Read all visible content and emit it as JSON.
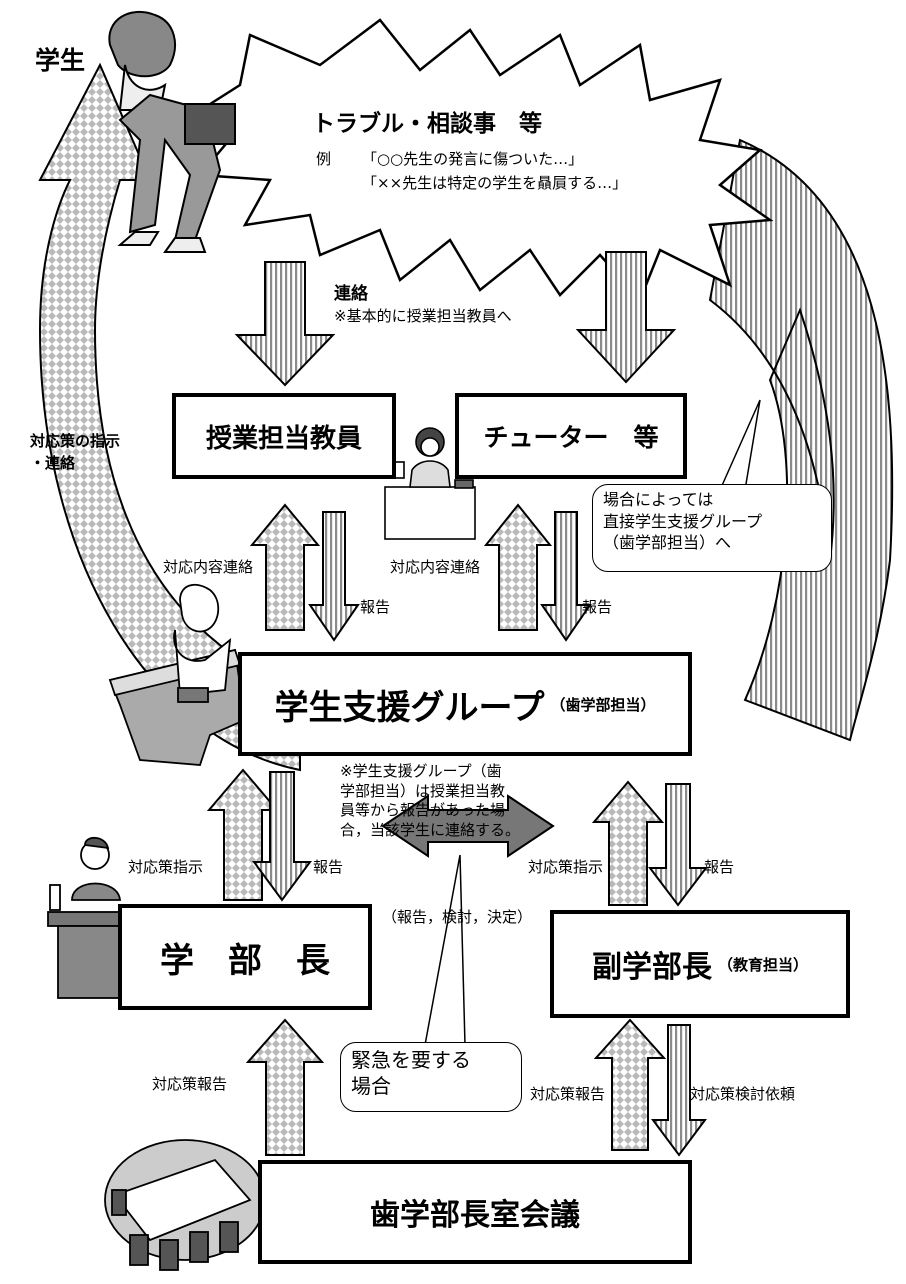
{
  "student_label": "学生",
  "burst": {
    "title": "トラブル・相談事　等",
    "example_prefix": "例",
    "example_1": "「○○先生の発言に傷ついた…」",
    "example_2": "「××先生は特定の学生を贔屓する…」"
  },
  "contact": {
    "title": "連絡",
    "note": "※基本的に授業担当教員へ"
  },
  "left_instruction": [
    "対応策の指示",
    "・連絡"
  ],
  "boxes": {
    "teacher": "授業担当教員",
    "tutor": "チューター　等",
    "support_group": "学生支援グループ",
    "support_group_sub": "（歯学部担当）",
    "dean": "学　部　長",
    "vice_dean": "副学部長",
    "vice_dean_sub": "（教育担当）",
    "council": "歯学部長室会議"
  },
  "callouts": {
    "direct": [
      "場合によっては",
      "直接学生支援グループ",
      "（歯学部担当）へ"
    ],
    "urgent": [
      "緊急を要する",
      "場合"
    ]
  },
  "labels": {
    "response_contact_1": "対応内容連絡",
    "report_1": "報告",
    "response_contact_2": "対応内容連絡",
    "report_2": "報告",
    "support_note": [
      "※学生支援グループ（歯",
      "学部担当）は授業担当教",
      "員等から報告があった場",
      "合，当該学生に連絡する。"
    ],
    "instruction_1": "対応策指示",
    "report_3": "報告",
    "instruction_2": "対応策指示",
    "report_4": "報告",
    "deliberation": "（報告，検討，決定）",
    "plan_report_1": "対応策報告",
    "plan_report_2": "対応策報告",
    "plan_request": "対応策検討依頼"
  }
}
